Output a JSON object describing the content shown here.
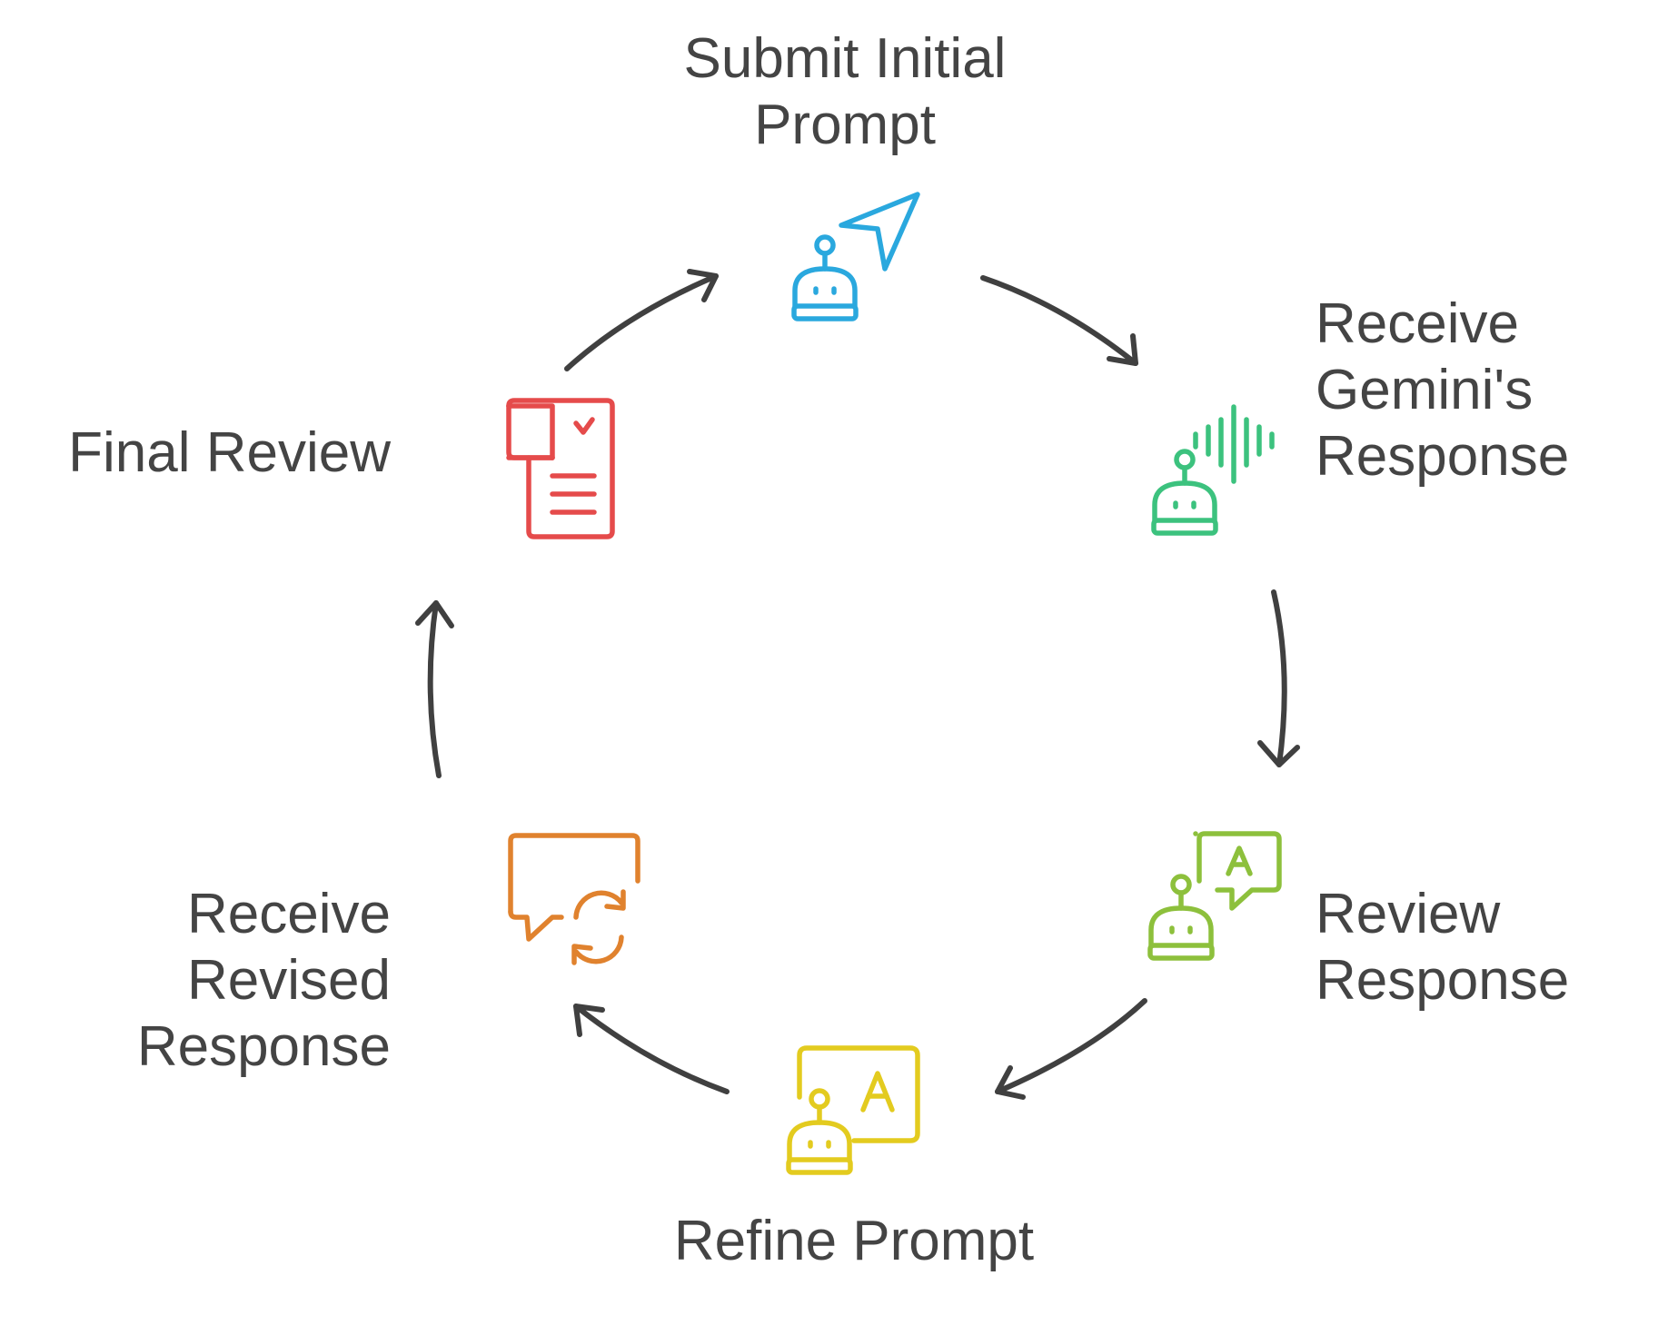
{
  "steps": [
    {
      "lines": [
        "Submit Initial",
        "Prompt"
      ],
      "color": "#2AA8DE",
      "icon": "robot-send-icon"
    },
    {
      "lines": [
        "Receive",
        "Gemini's",
        "Response"
      ],
      "color": "#3CC27E",
      "icon": "robot-voice-icon"
    },
    {
      "lines": [
        "Review",
        "Response"
      ],
      "color": "#8DC03C",
      "icon": "robot-chat-translate-icon"
    },
    {
      "lines": [
        "Refine Prompt"
      ],
      "color": "#E3CB1F",
      "icon": "robot-text-screen-icon"
    },
    {
      "lines": [
        "Receive",
        "Revised",
        "Response"
      ],
      "color": "#E0822E",
      "icon": "chat-refresh-icon"
    },
    {
      "lines": [
        "Final Review"
      ],
      "color": "#E54B4B",
      "icon": "document-check-icon"
    }
  ],
  "arrow_color": "#404040"
}
